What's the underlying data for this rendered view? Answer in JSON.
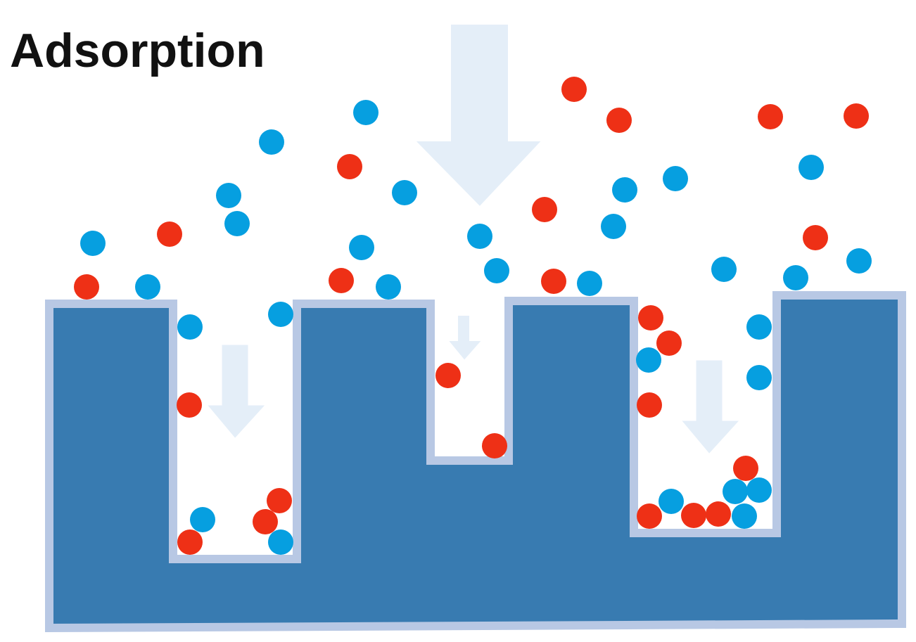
{
  "title": "Adsorption",
  "colors": {
    "background": "#ffffff",
    "substrate_fill": "#387bb1",
    "substrate_outline": "#b8c8e4",
    "arrow_fill": "#e4eef8",
    "arrow_outline": "#ffffff",
    "particle_blue": "#069fe0",
    "particle_red": "#ee3016"
  },
  "legend": [],
  "elements": {
    "substrate": "porous-substrate",
    "pores": [
      "left-pore",
      "middle-pore",
      "right-pore"
    ],
    "arrows": [
      "large-adsorption-arrow",
      "left-pore-arrow",
      "middle-pore-arrow",
      "right-pore-arrow"
    ],
    "particle_types": [
      "blue-particle",
      "red-particle"
    ]
  }
}
